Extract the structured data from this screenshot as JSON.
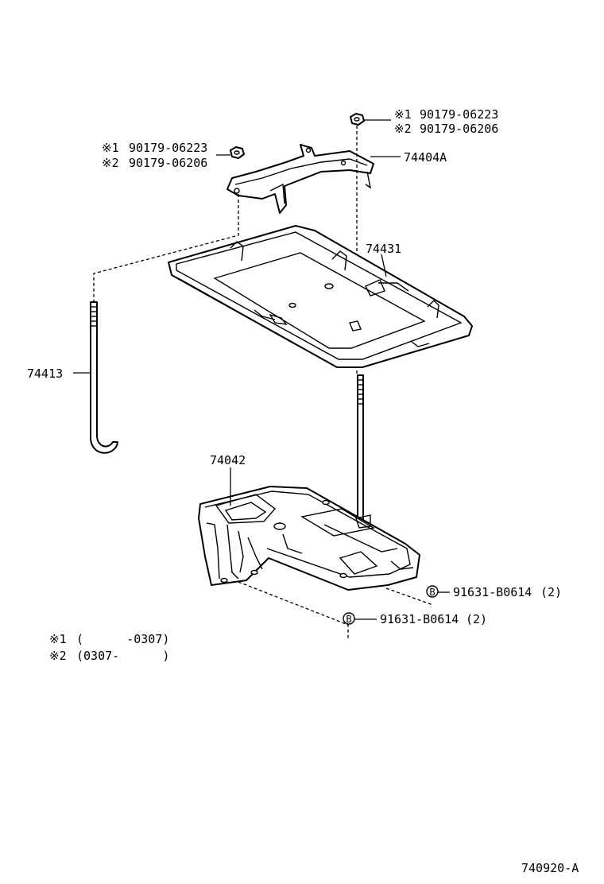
{
  "parts": {
    "bracket": "74404A",
    "tray": "74431",
    "hold_rod": "74413",
    "carrier": "74042"
  },
  "nut_top": {
    "line1_mark": "※1",
    "line1_code": "90179-06223",
    "line2_mark": "※2",
    "line2_code": "90179-06206"
  },
  "nut_left": {
    "line1_mark": "※1",
    "line1_code": "90179-06223",
    "line2_mark": "※2",
    "line2_code": "90179-06206"
  },
  "bolt_right": {
    "marker": "B",
    "code": "91631-B0614",
    "qty": "(2)"
  },
  "bolt_lower": {
    "marker": "B",
    "code": "91631-B0614",
    "qty": "(2)"
  },
  "legend": {
    "row1_mark": "※1",
    "row1_range": "(      -0307)",
    "row2_mark": "※2",
    "row2_range": "(0307-      )"
  },
  "figure_id": "740920-A"
}
